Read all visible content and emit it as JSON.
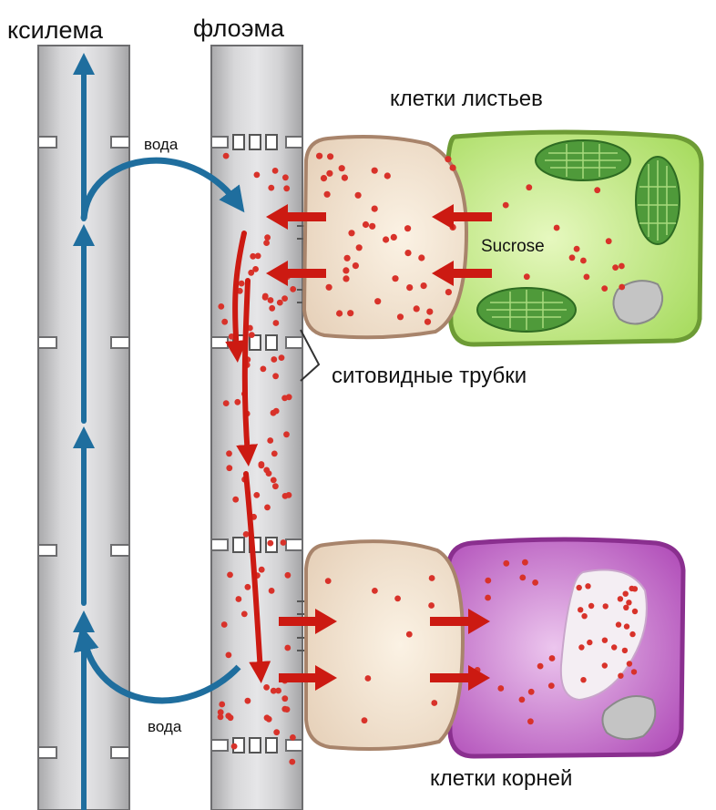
{
  "labels": {
    "xylem": "ксилема",
    "phloem": "флоэма",
    "leaf_cells": "клетки листьев",
    "water_top": "вода",
    "water_bottom": "вода",
    "sucrose": "Sucrose",
    "sieve_tubes": "ситовидные трубки",
    "root_cells": "клетки корней"
  },
  "colors": {
    "tube_fill": "#cfcfd1",
    "tube_edge": "#6d6d6f",
    "xylem_flow": "#1f6e9e",
    "phloem_flow": "#cc1a12",
    "sucrose_dot": "#d8322a",
    "companion_cell": "#efe1cf",
    "companion_edge": "#a8846b",
    "leaf_cell": "#c9ec8a",
    "leaf_edge": "#6d9b35",
    "chloroplast": "#4f9a3a",
    "root_cell": "#c15fc7",
    "root_edge": "#8a2f8f",
    "vacuole": "#f4eef3",
    "nucleus": "#c4c4c4"
  }
}
